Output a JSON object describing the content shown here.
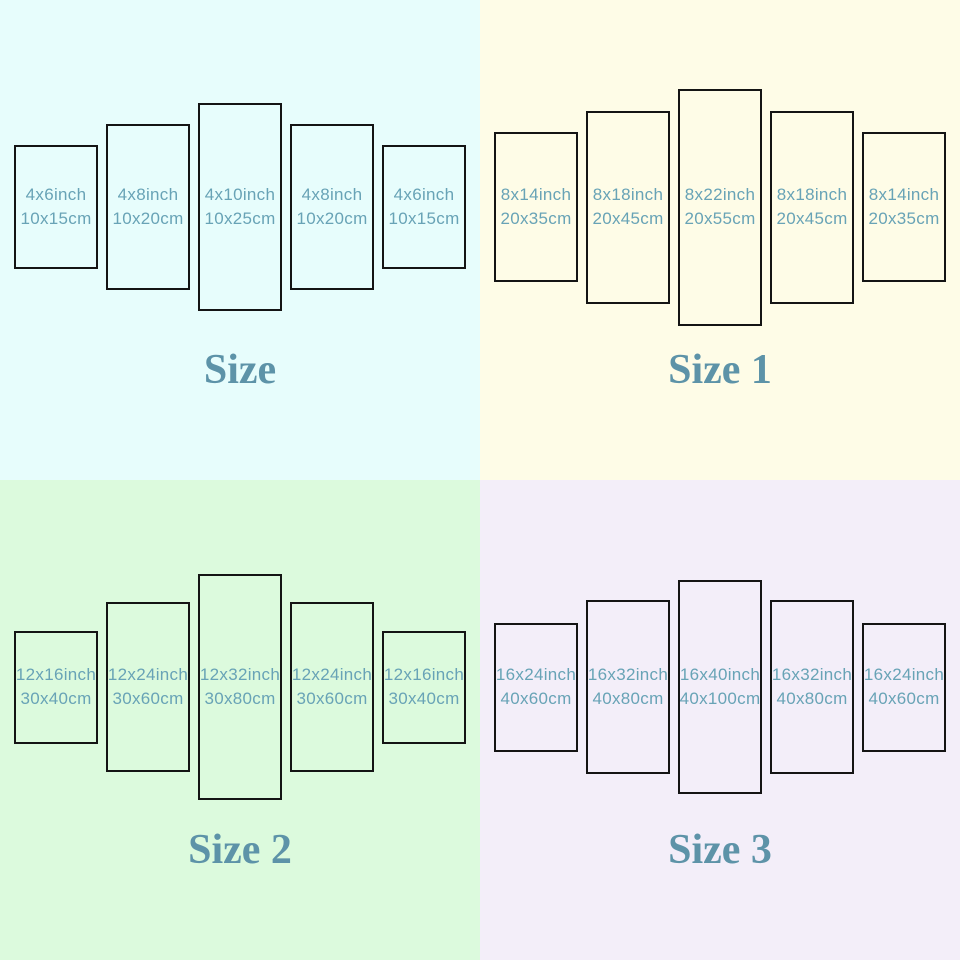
{
  "colors": {
    "panel_border": "#141414",
    "panel_label_text": "#68a3b6",
    "caption_text": "#5d93a8",
    "quadrant_size_bg": "#e7fdfc",
    "quadrant_size1_bg": "#fefce7",
    "quadrant_size2_bg": "#dcfadd",
    "quadrant_size3_bg": "#f3eef9"
  },
  "quadrants": [
    {
      "caption": "Size",
      "panels": [
        {
          "inch": "4x6inch",
          "cm": "10x15cm"
        },
        {
          "inch": "4x8inch",
          "cm": "10x20cm"
        },
        {
          "inch": "4x10inch",
          "cm": "10x25cm"
        },
        {
          "inch": "4x8inch",
          "cm": "10x20cm"
        },
        {
          "inch": "4x6inch",
          "cm": "10x15cm"
        }
      ]
    },
    {
      "caption": "Size 1",
      "panels": [
        {
          "inch": "8x14inch",
          "cm": "20x35cm"
        },
        {
          "inch": "8x18inch",
          "cm": "20x45cm"
        },
        {
          "inch": "8x22inch",
          "cm": "20x55cm"
        },
        {
          "inch": "8x18inch",
          "cm": "20x45cm"
        },
        {
          "inch": "8x14inch",
          "cm": "20x35cm"
        }
      ]
    },
    {
      "caption": "Size 2",
      "panels": [
        {
          "inch": "12x16inch",
          "cm": "30x40cm"
        },
        {
          "inch": "12x24inch",
          "cm": "30x60cm"
        },
        {
          "inch": "12x32inch",
          "cm": "30x80cm"
        },
        {
          "inch": "12x24inch",
          "cm": "30x60cm"
        },
        {
          "inch": "12x16inch",
          "cm": "30x40cm"
        }
      ]
    },
    {
      "caption": "Size 3",
      "panels": [
        {
          "inch": "16x24inch",
          "cm": "40x60cm"
        },
        {
          "inch": "16x32inch",
          "cm": "40x80cm"
        },
        {
          "inch": "16x40inch",
          "cm": "40x100cm"
        },
        {
          "inch": "16x32inch",
          "cm": "40x80cm"
        },
        {
          "inch": "16x24inch",
          "cm": "40x60cm"
        }
      ]
    }
  ]
}
